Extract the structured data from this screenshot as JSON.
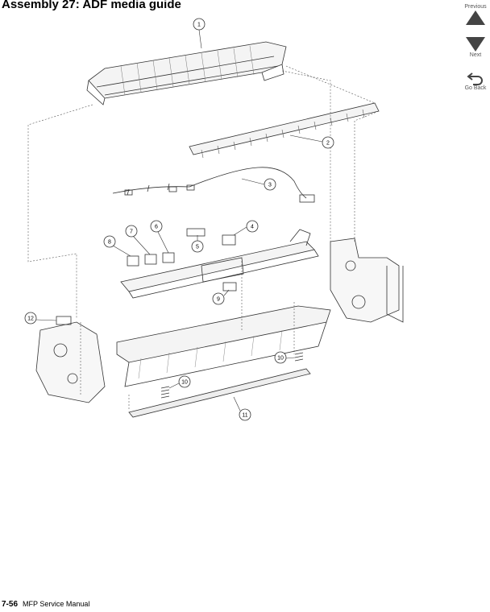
{
  "page": {
    "title": "Assembly 27:  ADF media guide",
    "footer_page": "7-56",
    "footer_text": "MFP Service Manual"
  },
  "nav": {
    "previous_label": "Previous",
    "next_label": "Next",
    "goback_label": "Go Back"
  },
  "diagram": {
    "callouts": [
      {
        "label": "1"
      },
      {
        "label": "2"
      },
      {
        "label": "3"
      },
      {
        "label": "4"
      },
      {
        "label": "5"
      },
      {
        "label": "6"
      },
      {
        "label": "7"
      },
      {
        "label": "8"
      },
      {
        "label": "9"
      },
      {
        "label": "10"
      },
      {
        "label": "10"
      },
      {
        "label": "11"
      },
      {
        "label": "12"
      }
    ]
  }
}
